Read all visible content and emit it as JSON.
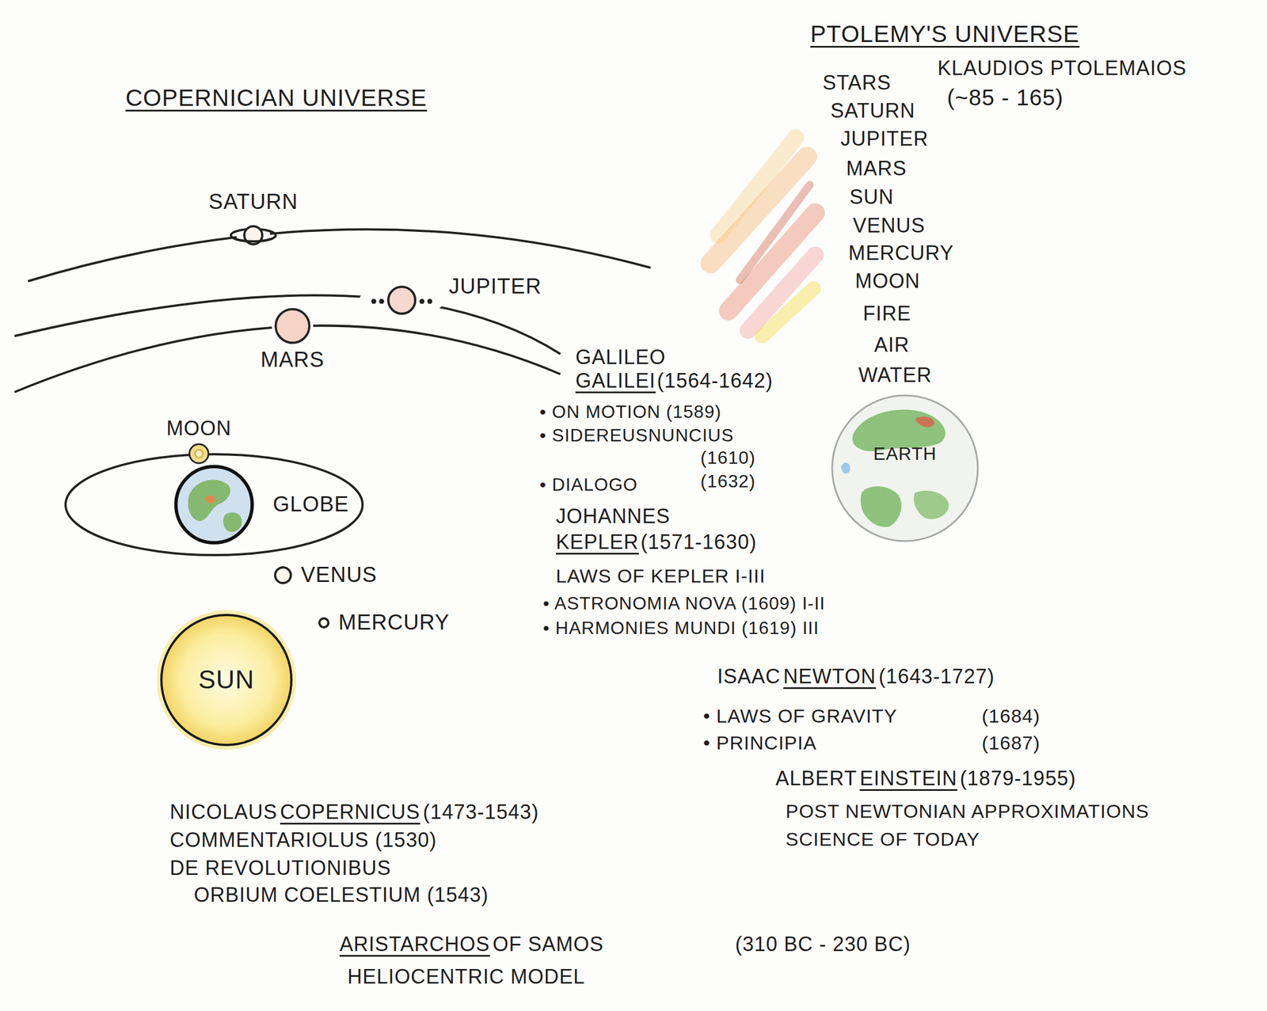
{
  "diagram": {
    "title": "COPERNICIAN UNIVERSE",
    "nodes": [
      {
        "text": [
          "SATURN"
        ]
      },
      {
        "text": [
          "JUPITER"
        ]
      },
      {
        "text": [
          "MARS"
        ]
      },
      {
        "text": [
          "MOON"
        ]
      },
      {
        "text": [
          "GLOBE"
        ]
      },
      {
        "text": [
          "VENUS"
        ]
      },
      {
        "text": [
          "MERCURY"
        ]
      },
      {
        "text": [
          "SUN"
        ]
      },
      {
        "text": [
          "EARTH"
        ]
      }
    ],
    "labels": [
      "PTOLEMY'S UNIVERSE",
      "KLAUDIOS PTOLEMAIOS",
      "(~85 - 165)",
      "STARS",
      "SATURN",
      "JUPITER",
      "MARS",
      "SUN",
      "VENUS",
      "MERCURY",
      "MOON",
      "FIRE",
      "AIR",
      "WATER",
      "GALILEO",
      "GALILEI",
      "(1564-1642)",
      "• ON MOTION (1589)",
      "• SIDEREUSNUNCIUS",
      "(1610)",
      "• DIALOGO",
      "(1632)",
      "JOHANNES",
      "KEPLER",
      "(1571-1630)",
      "LAWS OF KEPLER I-III",
      "• ASTRONOMIA NOVA (1609) I-II",
      "• HARMONIES MUNDI (1619) III",
      "ISAAC",
      "NEWTON",
      "(1643-1727)",
      "• LAWS OF GRAVITY",
      "(1684)",
      "• PRINCIPIA",
      "(1687)",
      "ALBERT",
      "EINSTEIN",
      "(1879-1955)",
      "POST NEWTONIAN APPROXIMATIONS",
      "SCIENCE OF TODAY",
      "NICOLAUS",
      "COPERNICUS",
      "(1473-1543)",
      "COMMENTARIOLUS (1530)",
      "DE REVOLUTIONIBUS",
      "ORBIUM COELESTIUM (1543)",
      "ARISTARCHOS",
      "OF SAMOS",
      "(310 BC - 230 BC)",
      "HELIOCENTRIC MODEL"
    ]
  }
}
